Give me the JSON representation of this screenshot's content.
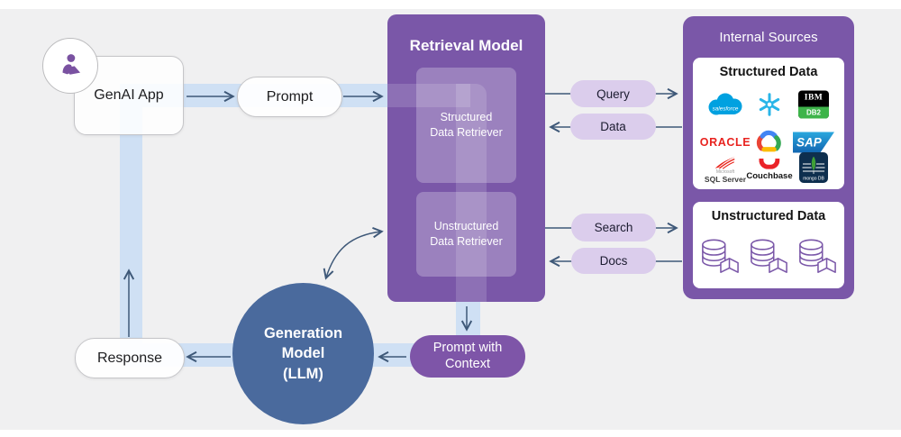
{
  "flow": {
    "genai_app": "GenAI App",
    "prompt": "Prompt",
    "response": "Response",
    "prompt_with_context": "Prompt with\nContext",
    "generation_model": "Generation\nModel\n(LLM)"
  },
  "retrieval": {
    "title": "Retrieval Model",
    "structured_retriever": "Structured\nData Retriever",
    "unstructured_retriever": "Unstructured\nData Retriever"
  },
  "exchange_pills": {
    "query": "Query",
    "data": "Data",
    "search": "Search",
    "docs": "Docs"
  },
  "sources": {
    "title": "Internal Sources",
    "structured_title": "Structured Data",
    "unstructured_title": "Unstructured Data",
    "logos": {
      "salesforce": "salesforce",
      "snowflake": "Snowflake",
      "ibm": "IBM",
      "db2": "DB2",
      "oracle": "ORACLE",
      "google_cloud": "Google Cloud",
      "sap": "SAP",
      "microsoft": "Microsoft",
      "sql_server": "SQL Server",
      "couchbase": "Couchbase",
      "mongodb": "mongo DB"
    }
  },
  "colors": {
    "background": "#f0f0f1",
    "purple_main": "#7a57a8",
    "lavender_pill": "#dbcdec",
    "flow_band_blue": "#cfe0f4",
    "generation_circle_blue": "#4a6a9d",
    "arrow": "#3e5878"
  }
}
